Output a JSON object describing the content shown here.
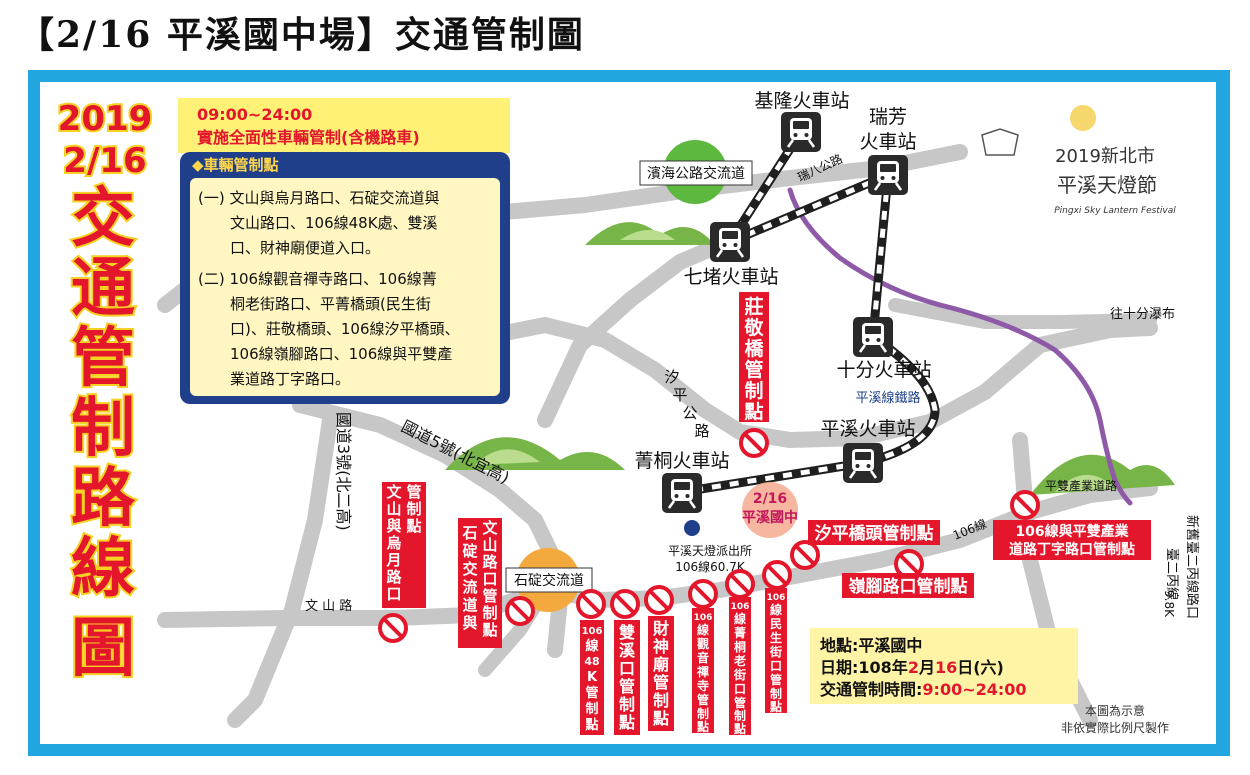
{
  "title": "【2/16 平溪國中場】交通管制圖",
  "side_title": {
    "year": "2019",
    "date": "2/16",
    "chars": [
      "交",
      "通",
      "管",
      "制",
      "路",
      "線",
      "圖"
    ]
  },
  "control_box": {
    "time": "09:00~24:00",
    "scope": "實施全面性車輛管制(含機路車)",
    "header": "◆車輛管制點",
    "lines": [
      "(一) 文山與烏月路口、石碇交流道與",
      "文山路口、106線48K處、雙溪",
      "口、財神廟便道入口。",
      "(二) 106線觀音禪寺路口、106線菁",
      "桐老街路口、平菁橋頭(民生街",
      "口)、莊敬橋頭、106線汐平橋頭、",
      "106線嶺腳路口、106線與平雙產",
      "業道路丁字路口。"
    ]
  },
  "stations": {
    "keelung": "基隆火車站",
    "ruifang_1": "瑞芳",
    "ruifang_2": "火車站",
    "qidu": "七堵火車站",
    "shifen": "十分火車站",
    "pingxi": "平溪火車站",
    "jingtong": "菁桐火車站"
  },
  "roads": {
    "binhai": "濱海公路交流道",
    "rui8": "瑞八公路",
    "shifen_falls": "往十分瀑布",
    "pingxi_rail": "平溪線鐵路",
    "xiping": [
      "汐",
      "平",
      "公",
      "路"
    ],
    "national5": "國道5號(北宜高)",
    "national3": "國道3號(北二高)",
    "wenshan": "文 山 路",
    "shiding_ic": "石碇交流道",
    "r106": "106線",
    "pingshuang": "平雙產業道路",
    "taier_1": "臺二丙線",
    "taier_2": "9.8K",
    "taier_new": "新舊臺二丙線路口"
  },
  "police": {
    "line1": "平溪天燈派出所",
    "line2": "106線60.7K"
  },
  "venue": {
    "date": "2/16",
    "name": "平溪國中"
  },
  "checkpoints": {
    "zhuangjing": [
      "莊",
      "敬",
      "橋",
      "管",
      "制",
      "點"
    ],
    "xiping_bridge": "汐平橋頭管制點",
    "pingshuang_1": "106線與平雙產業",
    "pingshuang_2": "道路丁字路口管制點",
    "lingjiao": "嶺腳路口管制點",
    "wenshan_wuyue_a": [
      "文",
      "山",
      "與",
      "烏",
      "月",
      "路",
      "口"
    ],
    "wenshan_wuyue_b": [
      "管",
      "制",
      "點"
    ],
    "shiding_a": [
      "石",
      "碇",
      "交",
      "流",
      "道",
      "與"
    ],
    "shiding_b": [
      "文",
      "山",
      "路",
      "口",
      "管",
      "制",
      "點"
    ],
    "k48": [
      "106",
      "線",
      "48",
      "K",
      "管",
      "制",
      "點"
    ],
    "shuangxi": [
      "雙",
      "溪",
      "口",
      "管",
      "制",
      "點"
    ],
    "caishen": [
      "財",
      "神",
      "廟",
      "管",
      "制",
      "點"
    ],
    "guanyin": [
      "106",
      "線",
      "觀",
      "音",
      "禪",
      "寺",
      "管",
      "制",
      "點"
    ],
    "jingtong_old": [
      "106",
      "線",
      "菁",
      "桐",
      "老",
      "街",
      "口",
      "管",
      "制",
      "點"
    ],
    "minsheng": [
      "106",
      "線",
      "民",
      "生",
      "街",
      "口",
      "管",
      "制",
      "點"
    ]
  },
  "info_box": {
    "location": "地點:平溪國中",
    "date_prefix": "日期:108年",
    "date_month": "2",
    "date_mid": "月",
    "date_day": "16",
    "date_suffix": "日(六)",
    "time_label": "交通管制時間:",
    "time_value": "9:00~24:00"
  },
  "disclaimer": {
    "line1": "本圖為示意",
    "line2": "非依實際比例尺製作"
  },
  "festival": {
    "line1": "2019新北市",
    "line2": "平溪天燈節",
    "line3": "Pingxi Sky Lantern Festival"
  },
  "colors": {
    "frame_blue": "#22a6df",
    "map_bg": "#ffffff",
    "road_gray": "#c7c7c7",
    "sign_red": "#e3162b",
    "box_navy": "#1f3f8a",
    "box_fill": "#fff6c2",
    "purple_route": "#8e5aa8",
    "info_yellow": "#fff3a6",
    "hill_green": "#78b548"
  }
}
